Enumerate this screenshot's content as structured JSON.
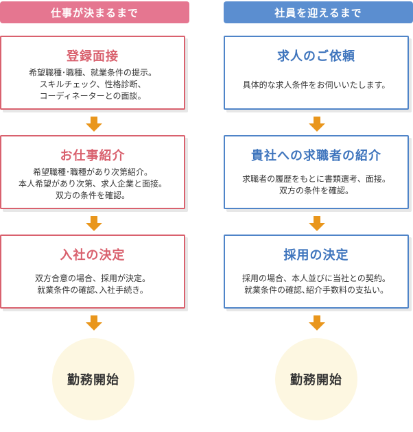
{
  "left_column": {
    "header": "仕事が決まるまで",
    "steps": [
      {
        "title": "登録面接",
        "lines": [
          "希望職種･職種、就業条件の提示。",
          "スキルチェック、性格診断、",
          "コーディネーターとの面談。"
        ]
      },
      {
        "title": "お仕事紹介",
        "lines": [
          "希望職種･職種があり次第紹介。",
          "本人希望があり次第、求人企業と面接。",
          "双方の条件を確認。"
        ]
      },
      {
        "title": "入社の決定",
        "lines": [
          "双方合意の場合、採用が決定。",
          "就業条件の確認､入社手続き。"
        ]
      }
    ],
    "final": "勤務開始"
  },
  "right_column": {
    "header": "社員を迎えるまで",
    "steps": [
      {
        "title": "求人のご依頼",
        "lines": [
          "具体的な求人条件をお伺いいたします。"
        ]
      },
      {
        "title": "貴社への求職者の紹介",
        "lines": [
          "求職者の履歴をもとに書類選考、面接。",
          "双方の条件を確認。"
        ]
      },
      {
        "title": "採用の決定",
        "lines": [
          "採用の場合、本人並びに当社との契約。",
          "就業条件の確認､紹介手数料の支払い。"
        ]
      }
    ],
    "final": "勤務開始"
  },
  "colors": {
    "left_accent": "#d9616e",
    "left_header": "#e57690",
    "right_accent": "#3f75bd",
    "right_header": "#5b8ed0",
    "arrow": "#e9961c",
    "circle_fill": "#fdf7e1"
  }
}
